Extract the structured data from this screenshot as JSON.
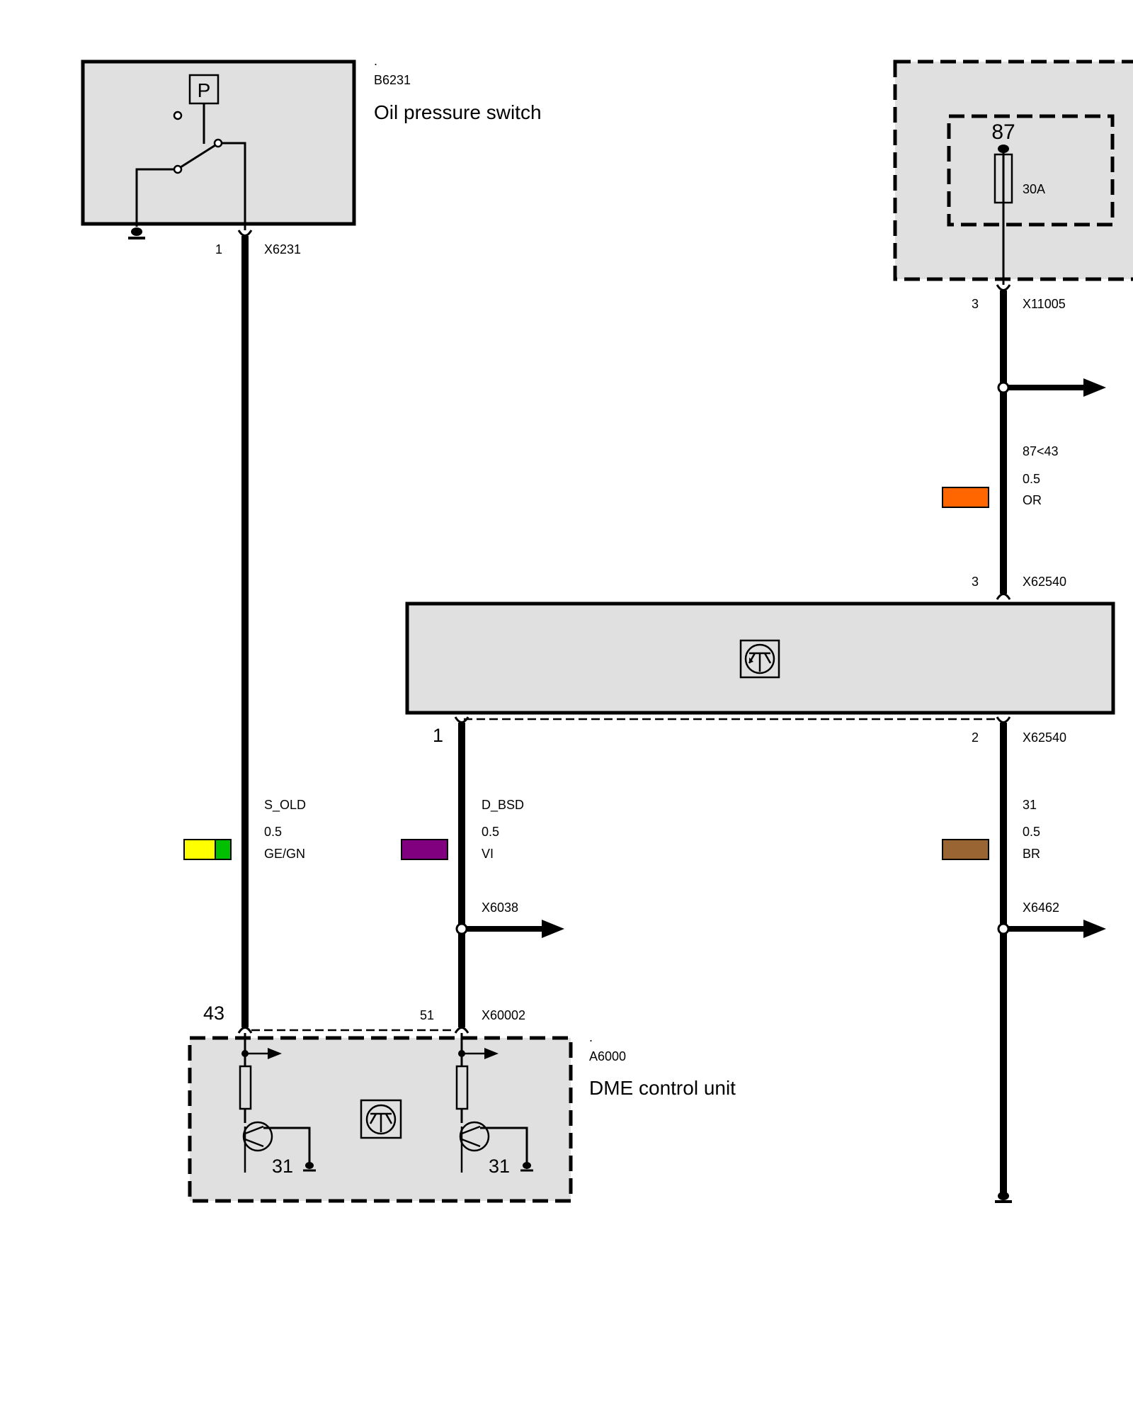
{
  "components": {
    "oil_pressure_switch": {
      "dot": ".",
      "id": "B6231",
      "title": "Oil pressure switch",
      "symbol": "P"
    },
    "dme": {
      "dot": ".",
      "id": "A6000",
      "title": "DME control unit",
      "ground_a": "31",
      "ground_b": "31"
    },
    "fuse": {
      "terminal": "87",
      "rating": "30A"
    }
  },
  "connectors": {
    "x6231": {
      "pin": "1",
      "id": "X6231"
    },
    "x11005": {
      "pin": "3",
      "id": "X11005"
    },
    "x62540_top": {
      "pin": "3",
      "id": "X62540"
    },
    "x62540_bottom_left": {
      "pin": "1"
    },
    "x62540_bottom_right": {
      "pin": "2",
      "id": "X62540"
    },
    "x60002_left": {
      "pin": "43"
    },
    "x60002_right": {
      "pin": "51",
      "id": "X60002"
    }
  },
  "wires": {
    "s_old": {
      "signal": "S_OLD",
      "gauge": "0.5",
      "color_code": "GE/GN",
      "colors": [
        "#ffff00",
        "#00c000"
      ]
    },
    "d_bsd": {
      "signal": "D_BSD",
      "gauge": "0.5",
      "color_code": "VI",
      "colors": [
        "#800080"
      ]
    },
    "supply": {
      "signal": "87<43",
      "gauge": "0.5",
      "color_code": "OR",
      "colors": [
        "#ff6600"
      ]
    },
    "ground": {
      "signal": "31",
      "gauge": "0.5",
      "color_code": "BR",
      "colors": [
        "#996633"
      ]
    }
  },
  "arrows": {
    "x6038": "X6038",
    "x6462": "X6462"
  }
}
